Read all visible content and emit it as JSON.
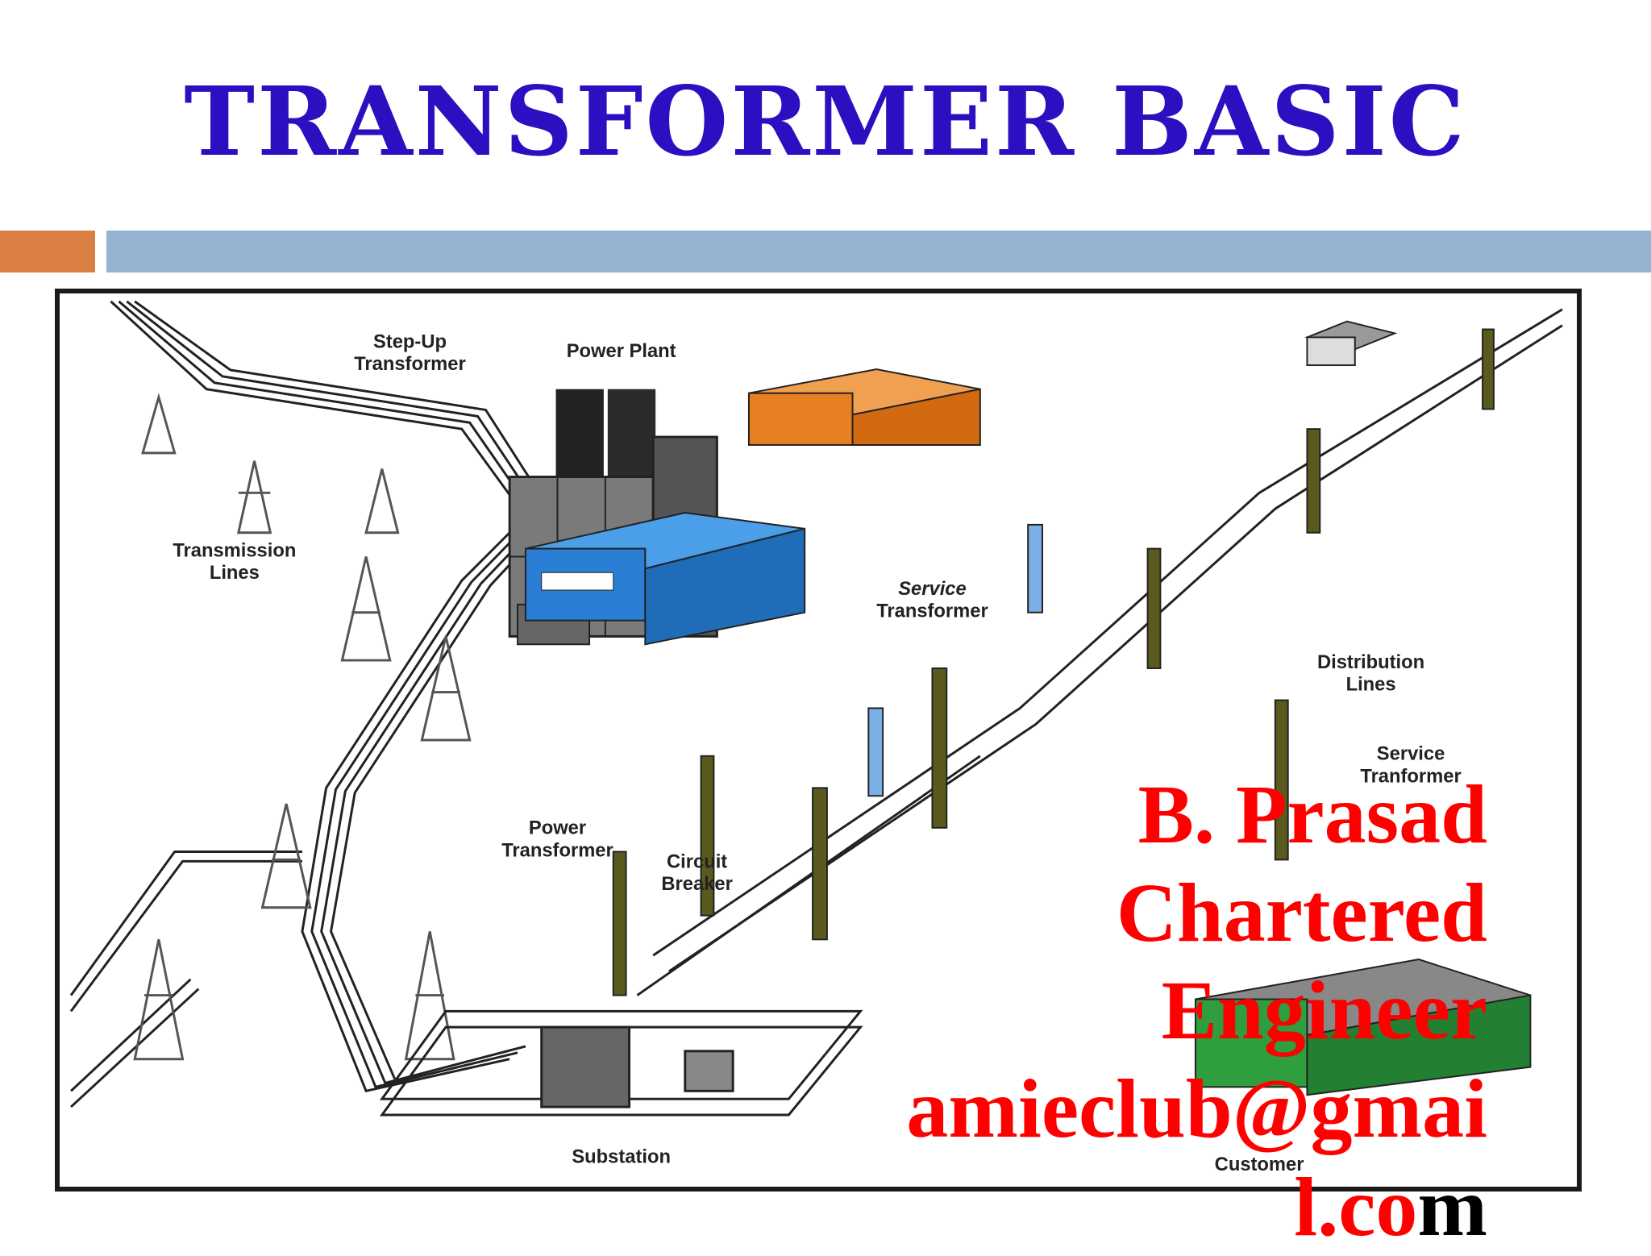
{
  "slide": {
    "title": "Transformer Basic"
  },
  "diagram": {
    "labels": {
      "step_up_transformer_1": "Step-Up",
      "step_up_transformer_2": "Transformer",
      "power_plant": "Power Plant",
      "transmission_lines_1": "Transmission",
      "transmission_lines_2": "Lines",
      "service_transformer_top_1": "Service",
      "service_transformer_top_2": "Transformer",
      "distribution_lines_1": "Distribution",
      "distribution_lines_2": "Lines",
      "service_transformer_right_1": "Service",
      "service_transformer_right_2": "Tranformer",
      "power_transformer_1": "Power",
      "power_transformer_2": "Transformer",
      "circuit_breaker_1": "Circuit",
      "circuit_breaker_2": "Breaker",
      "substation": "Substation",
      "customer": "Customer"
    }
  },
  "watermark": {
    "line1": "B. Prasad",
    "line2": "Chartered",
    "line3": "Engineer",
    "line4": "amieclub@gmai",
    "line5_red": "l.co",
    "line5_black": "m"
  },
  "colors": {
    "title": "#2b0fc0",
    "accent_orange": "#d97f44",
    "accent_blue": "#94b3d1",
    "watermark": "#ff0000",
    "building_blue": "#2a7fd4",
    "building_orange": "#e67e22",
    "building_green": "#2e9e3e",
    "pole": "#5a5a1e"
  }
}
